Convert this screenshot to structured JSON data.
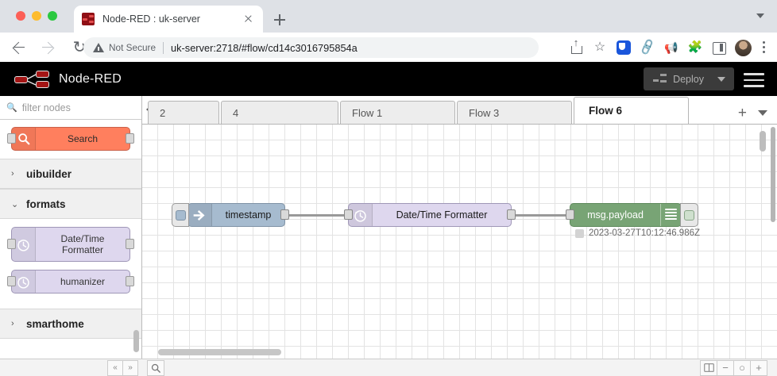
{
  "browser": {
    "tab": {
      "title": "Node-RED : uk-server",
      "favicon": "node-red-favicon",
      "close": "×"
    },
    "new_tab_label": "+",
    "window_menu": "chevron-down",
    "nav": {
      "back": "←",
      "forward": "→",
      "reload": "⟳"
    },
    "url": {
      "security_label": "Not Secure",
      "value": "uk-server:2718/#flow/cd14c3016795854a"
    },
    "toolbar_icons": [
      {
        "name": "share-icon",
        "glyph": "↑"
      },
      {
        "name": "bookmark-star-icon",
        "glyph": "☆"
      },
      {
        "name": "shield-extension-icon",
        "color": "#1a56db"
      },
      {
        "name": "link-extension-icon",
        "glyph": "🔗",
        "color": "#4285f4"
      },
      {
        "name": "megaphone-extension-icon",
        "glyph": "📣"
      },
      {
        "name": "puzzle-extensions-icon",
        "glyph": "🧩"
      },
      {
        "name": "side-panel-icon"
      },
      {
        "name": "profile-avatar-icon"
      },
      {
        "name": "chrome-menu-kebab-icon"
      }
    ]
  },
  "nodered": {
    "brand": "Node-RED",
    "deploy": {
      "label": "Deploy",
      "caret": "▾"
    },
    "menu_label": "main-menu",
    "palette": {
      "filter_placeholder": "filter nodes",
      "collapse_arrow": "◀",
      "search_node": {
        "label": "Search",
        "icon": "magnifier-icon"
      },
      "categories": [
        {
          "name": "uibuilder",
          "expanded": false,
          "caret": "›",
          "nodes": []
        },
        {
          "name": "formats",
          "expanded": true,
          "caret": "⌄",
          "nodes": [
            {
              "label": "Date/Time Formatter",
              "icon": "clock-icon"
            },
            {
              "label": "humanizer",
              "icon": "clock-icon"
            }
          ]
        },
        {
          "name": "smarthome",
          "expanded": false,
          "caret": "›",
          "nodes": []
        }
      ]
    },
    "flow_tabs": [
      {
        "label": "2",
        "active": false,
        "clipped": true
      },
      {
        "label": "4",
        "active": false,
        "clipped": false
      },
      {
        "label": "Flow 1",
        "active": false,
        "clipped": false
      },
      {
        "label": "Flow 3",
        "active": false,
        "clipped": false
      },
      {
        "label": "Flow 6",
        "active": true,
        "clipped": false
      }
    ],
    "tab_actions": {
      "add": "+",
      "menu": "▾"
    },
    "canvas": {
      "nodes": [
        {
          "id": "inject",
          "label": "timestamp",
          "icon": "inject-arrow-icon",
          "type": "inject"
        },
        {
          "id": "formatter",
          "label": "Date/Time Formatter",
          "icon": "clock-icon",
          "type": "format"
        },
        {
          "id": "debug",
          "label": "msg.payload",
          "icon": "debug-lines-icon",
          "type": "debug",
          "status": "2023-03-27T10:12:46.986Z"
        }
      ]
    },
    "footer": {
      "left_buttons": [
        {
          "name": "collapse-all-icon",
          "glyph": "«"
        },
        {
          "name": "expand-all-icon",
          "glyph": "»"
        }
      ],
      "mid_buttons": [
        {
          "name": "search-flows-icon",
          "glyph": "⌕"
        }
      ],
      "right_buttons": [
        {
          "name": "navigator-map-icon",
          "glyph": "▥"
        },
        {
          "name": "zoom-out-icon",
          "glyph": "−"
        },
        {
          "name": "zoom-reset-icon",
          "glyph": "○"
        },
        {
          "name": "zoom-in-icon",
          "glyph": "+"
        }
      ]
    }
  },
  "colors": {
    "nr_header_bg": "#000000",
    "inject_node": "#a6bbcf",
    "format_node": "#ded7ee",
    "debug_node": "#78a475",
    "search_node": "#ff7f5e",
    "deploy_btn": "#3b3b3b"
  }
}
